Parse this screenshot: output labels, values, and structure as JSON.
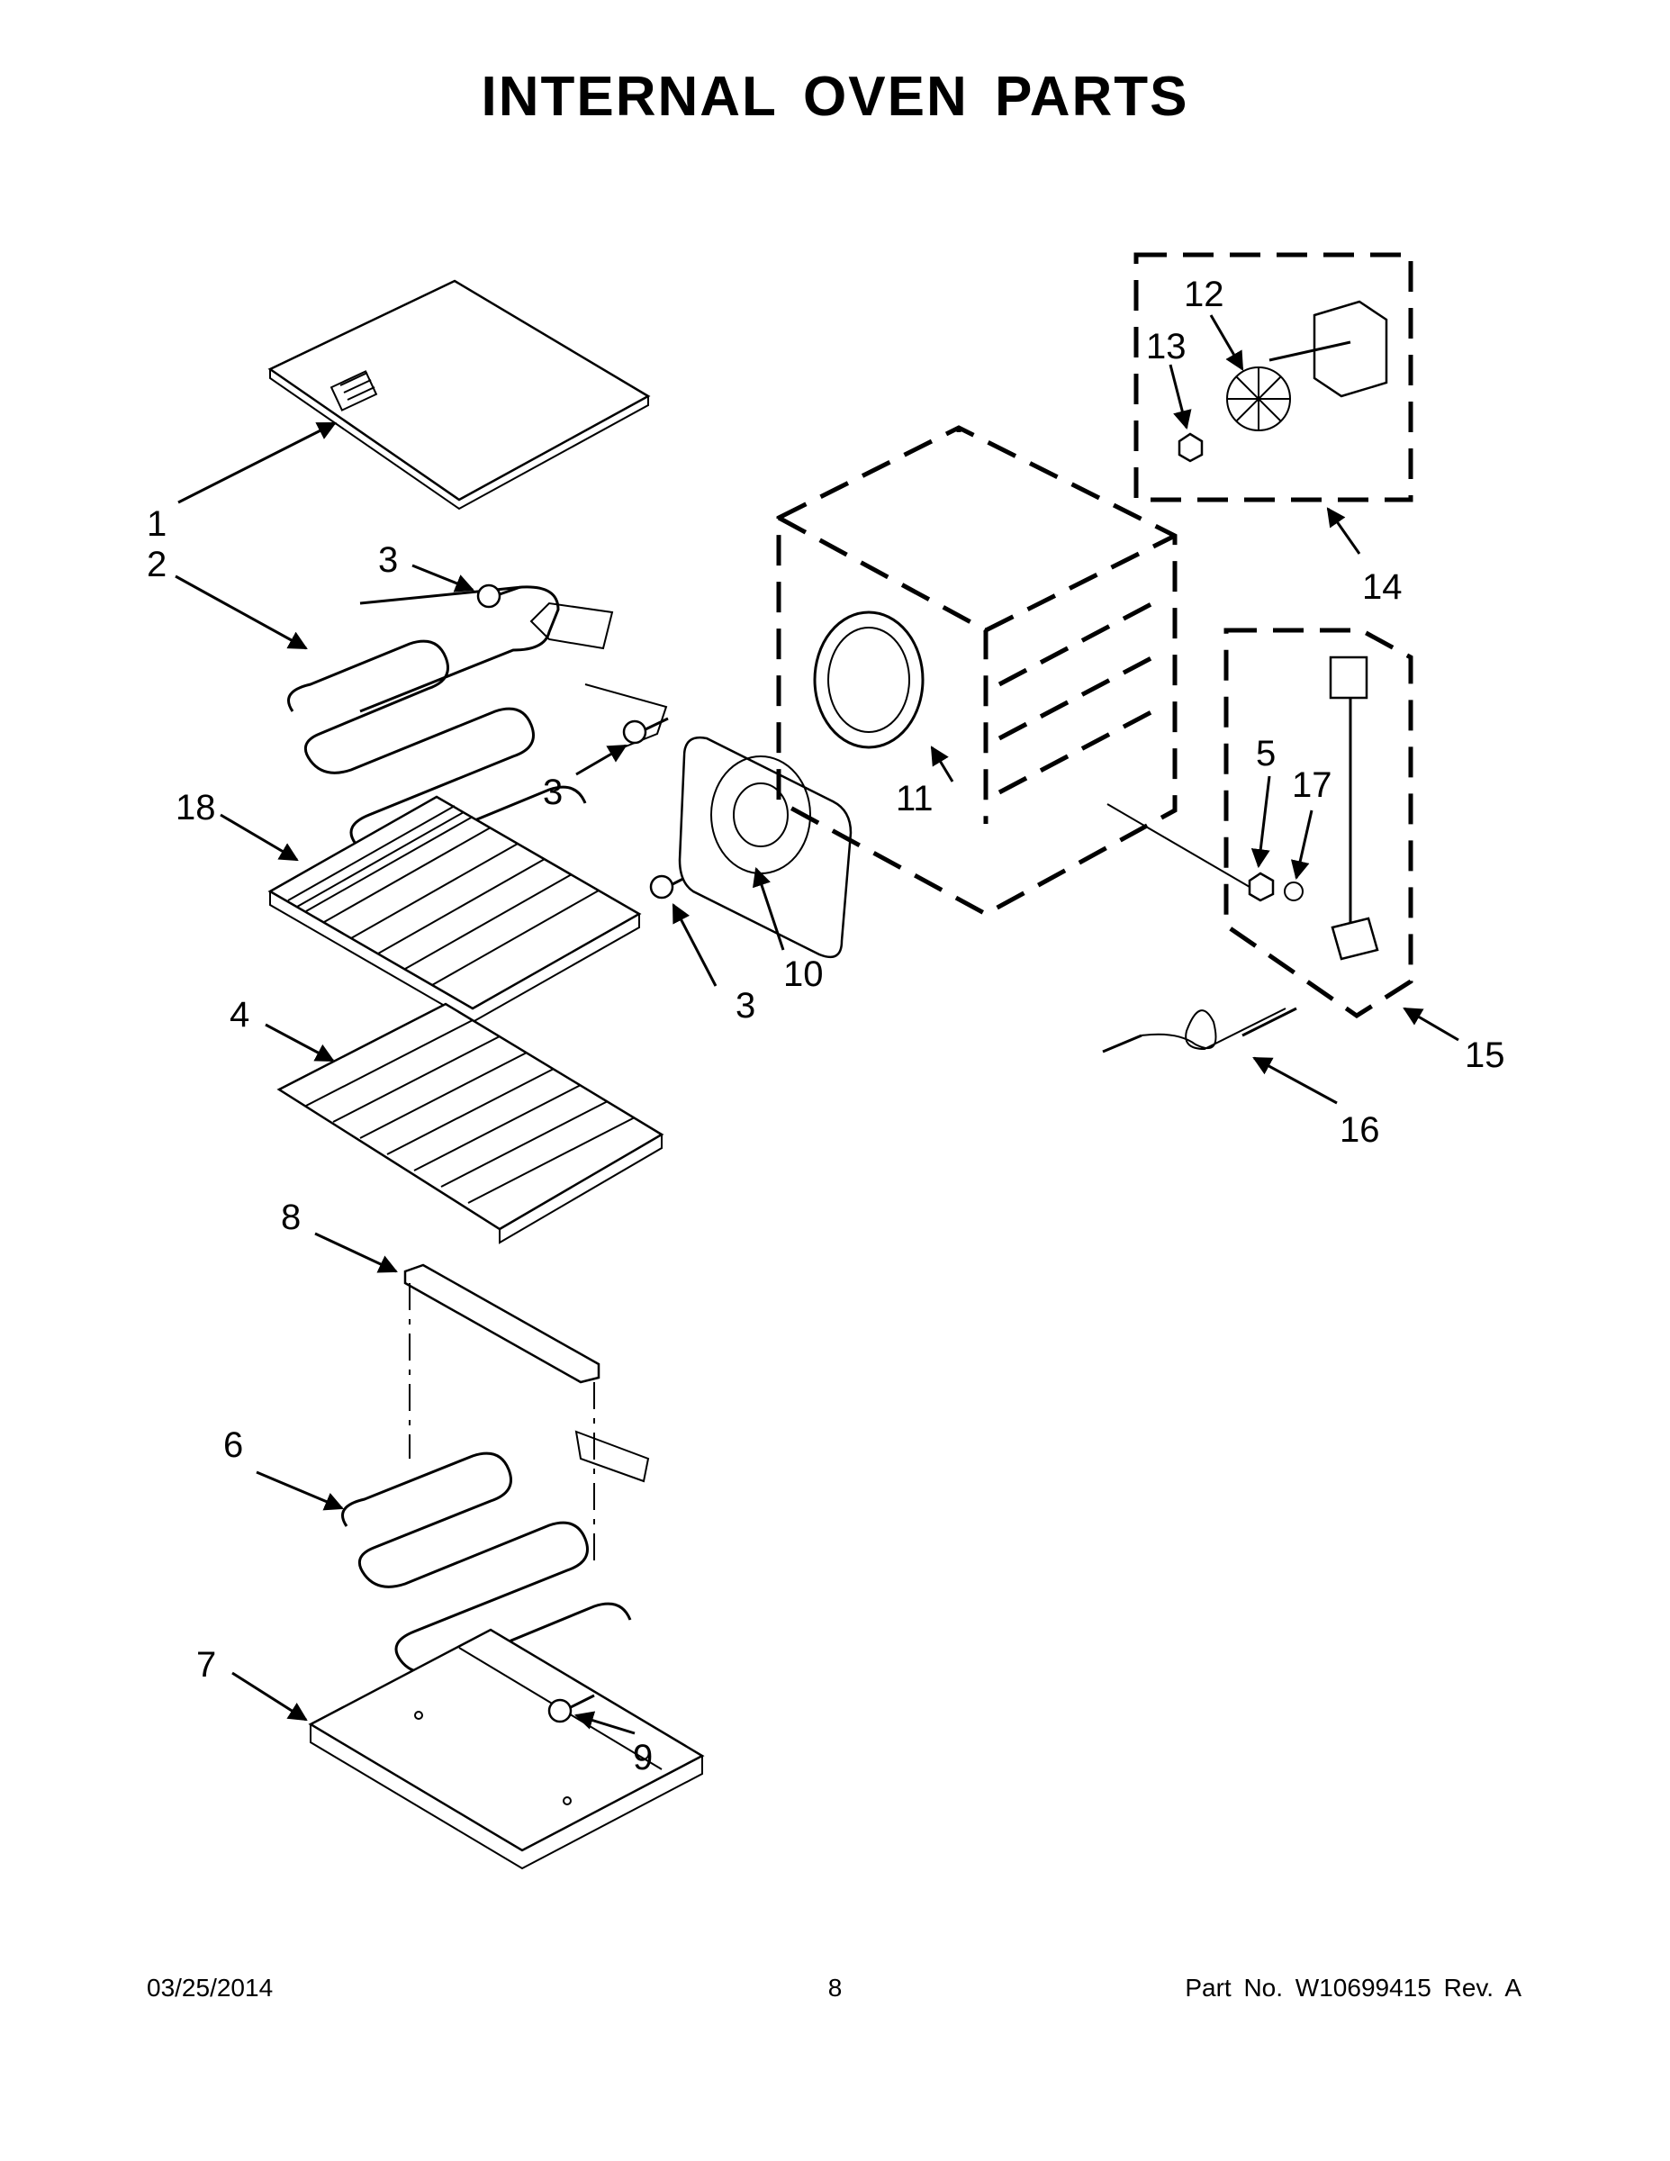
{
  "title": "INTERNAL OVEN PARTS",
  "footer": {
    "date": "03/25/2014",
    "page": "8",
    "part": "Part No.  W10699415  Rev.  A"
  },
  "callouts": {
    "c1": "1",
    "c2": "2",
    "c3a": "3",
    "c3b": "3",
    "c3c": "3",
    "c4": "4",
    "c5": "5",
    "c6": "6",
    "c7": "7",
    "c8": "8",
    "c9": "9",
    "c10": "10",
    "c11": "11",
    "c12": "12",
    "c13": "13",
    "c14": "14",
    "c15": "15",
    "c16": "16",
    "c17": "17",
    "c18": "18"
  }
}
